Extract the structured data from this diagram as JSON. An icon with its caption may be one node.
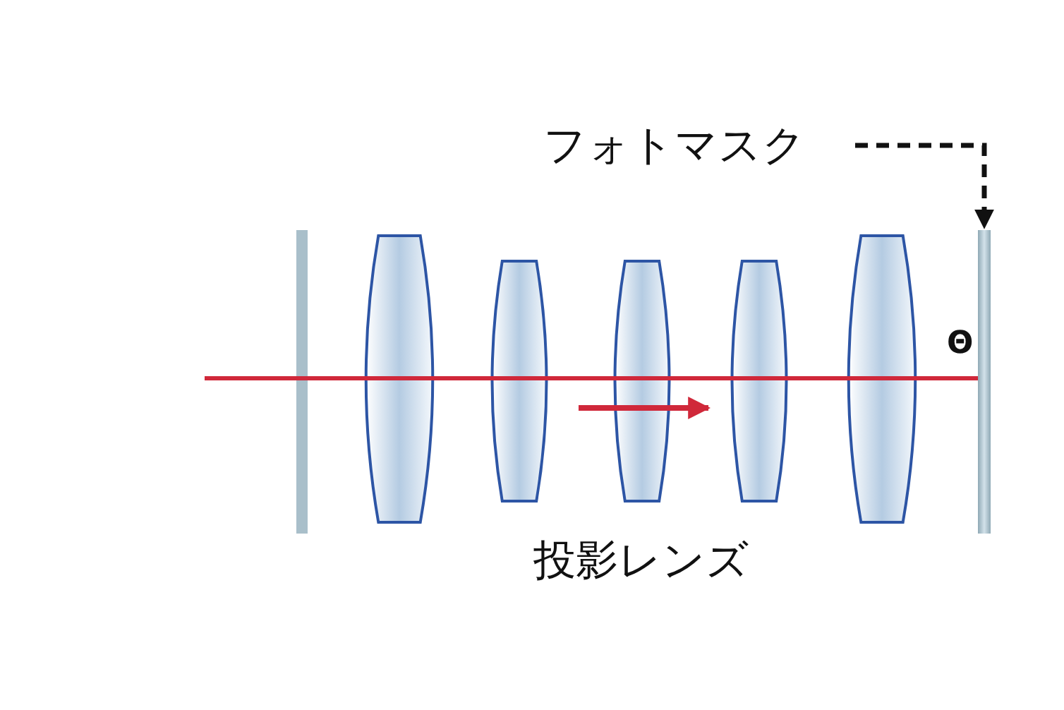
{
  "diagram": {
    "nodes": [
      {
        "text": [
          "フォトマスク"
        ]
      },
      {
        "text": [],
        "shape": "bar"
      }
    ],
    "edges": [
      {
        "from": 0,
        "to": 1,
        "arrow": "to",
        "style": "dashed"
      }
    ],
    "labels": [
      "Θ",
      "投影レンズ"
    ]
  }
}
